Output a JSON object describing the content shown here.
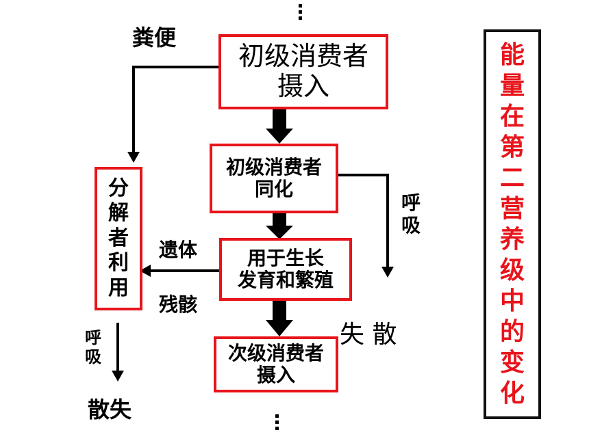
{
  "nodes": {
    "consumer_intake": [
      "初级消费者",
      "摄入"
    ],
    "consumer_assimilation": [
      "初级消费者",
      "同化"
    ],
    "growth": [
      "用于生长",
      "发育和繁殖"
    ],
    "secondary_intake": [
      "次级消费者",
      "摄入"
    ],
    "decomposer": [
      "分",
      "解",
      "者",
      "利",
      "用"
    ]
  },
  "labels": {
    "feces": "粪便",
    "remains_1": "遗体",
    "remains_2": "残骸",
    "respiration_right": [
      "呼",
      "吸"
    ],
    "respiration_left": [
      "呼",
      "吸"
    ],
    "lost_right": "失 散",
    "lost_bottom": "散失"
  },
  "sidebar": [
    "能",
    "量",
    "在",
    "第",
    "二",
    "营",
    "养",
    "级",
    "中",
    "的",
    "变",
    "化"
  ],
  "colors": {
    "box_border": "#e8141b",
    "sidebar_text": "#e8141b",
    "arrow": "#000000"
  }
}
